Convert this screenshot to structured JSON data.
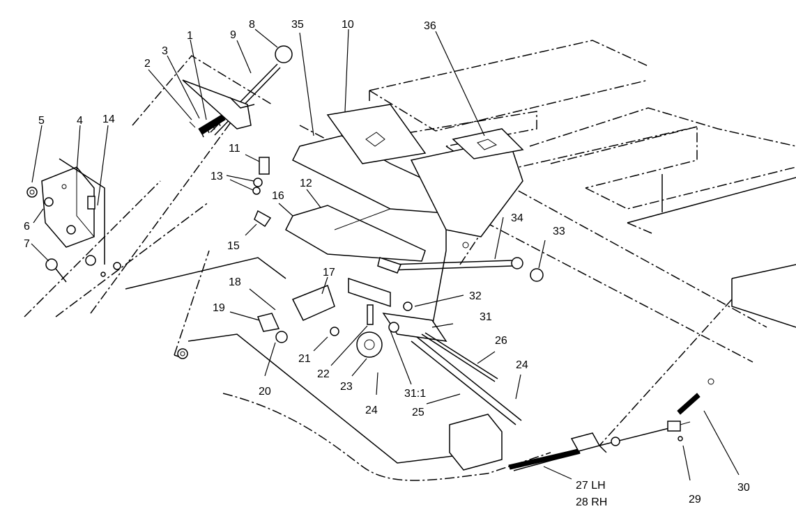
{
  "callouts": {
    "c1": "1",
    "c2": "2",
    "c3": "3",
    "c4": "4",
    "c5": "5",
    "c6": "6",
    "c7": "7",
    "c8": "8",
    "c9": "9",
    "c10": "10",
    "c11": "11",
    "c12": "12",
    "c13": "13",
    "c14": "14",
    "c15": "15",
    "c16": "16",
    "c17": "17",
    "c18": "18",
    "c19": "19",
    "c20": "20",
    "c21": "21",
    "c22": "22",
    "c23": "23",
    "c24a": "24",
    "c24b": "24",
    "c25": "25",
    "c26": "26",
    "c27": "27 LH",
    "c28": "28 RH",
    "c29": "29",
    "c30": "30",
    "c31": "31",
    "c31_1": "31:1",
    "c32": "32",
    "c33": "33",
    "c34": "34",
    "c35": "35",
    "c36": "36"
  }
}
